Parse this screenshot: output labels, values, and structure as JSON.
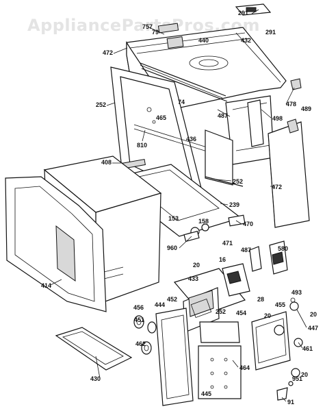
{
  "watermark": "AppliancePartsPros.com",
  "parts": {
    "p291a": "291",
    "p291b": "291",
    "p757": "757",
    "p79": "79",
    "p440": "440",
    "p432": "432",
    "p472a": "472",
    "p252a": "252",
    "p74": "74",
    "p465": "465",
    "p487a": "487",
    "p436": "436",
    "p478": "478",
    "p489": "489",
    "p498": "498",
    "p810": "810",
    "p408": "408",
    "p252b": "252",
    "p472b": "472",
    "p239": "239",
    "p153": "153",
    "p158": "158",
    "p470": "470",
    "p960": "960",
    "p471": "471",
    "p414": "414",
    "p20a": "20",
    "p16": "16",
    "p487b": "487",
    "p580": "580",
    "p433": "433",
    "p28": "28",
    "p452": "452",
    "p444": "444",
    "p454": "454",
    "p493": "493",
    "p20b": "20",
    "p455": "455",
    "p20c": "20",
    "p447": "447",
    "p456": "456",
    "p451": "451",
    "p462": "462",
    "p252c": "252",
    "p461": "461",
    "p430": "430",
    "p464": "464",
    "p951": "951",
    "p20d": "20",
    "p445": "445",
    "p91": "91"
  }
}
